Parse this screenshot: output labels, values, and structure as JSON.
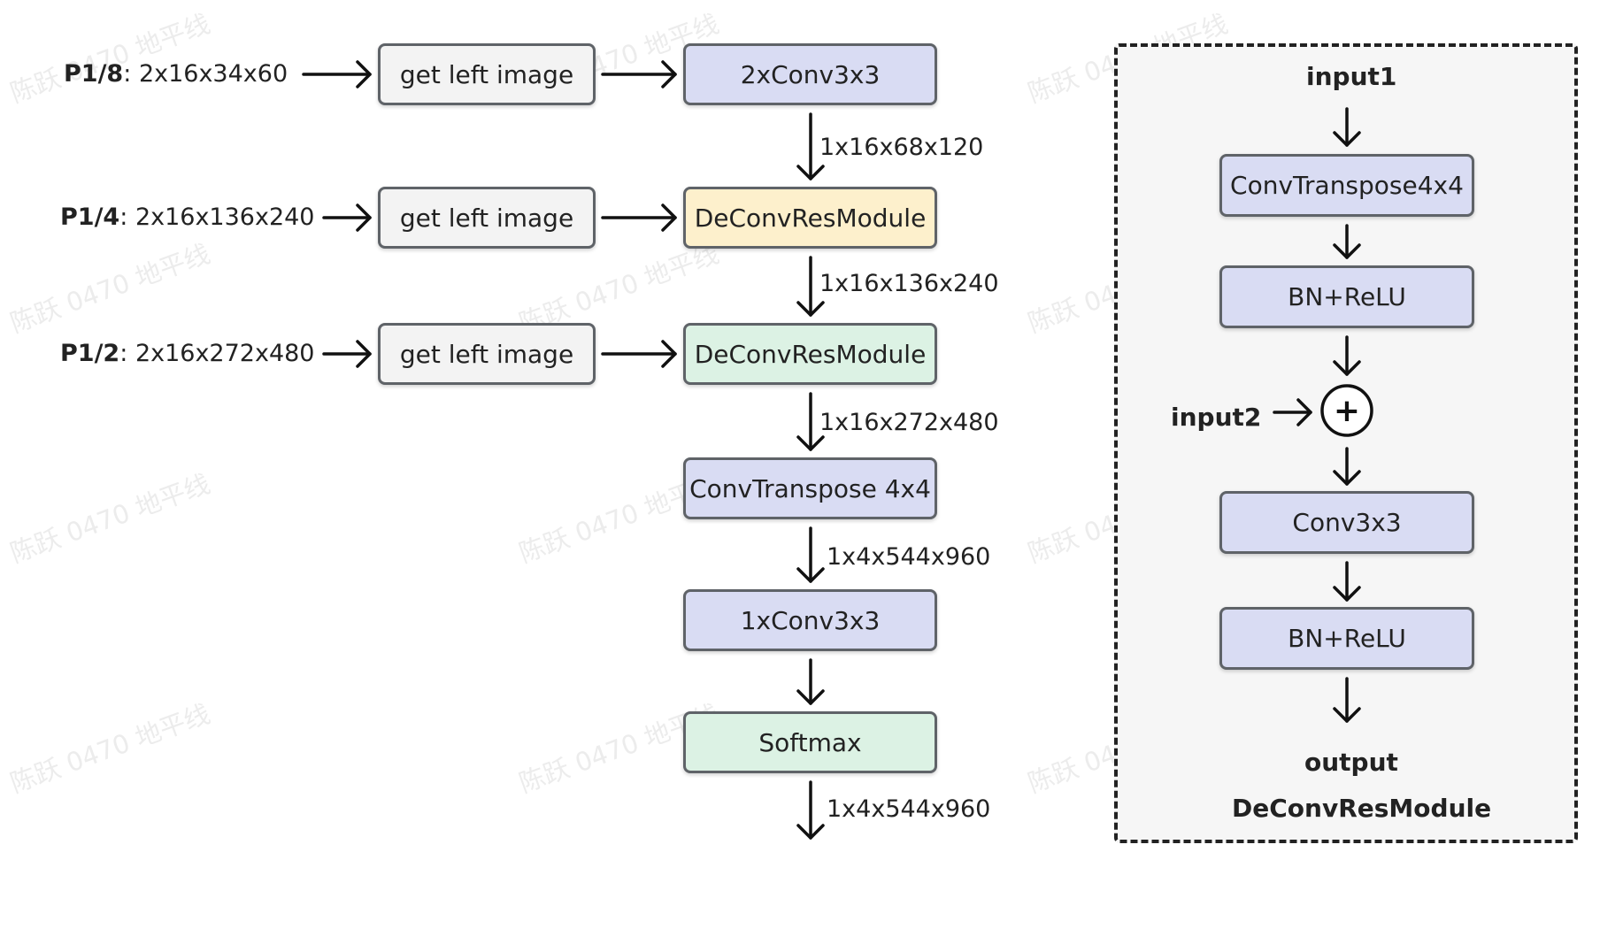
{
  "watermark": "陈跃 0470 地平线",
  "inputs": [
    {
      "scale": "P1/8",
      "sep": ":",
      "shape": "2x16x34x60"
    },
    {
      "scale": "P1/4",
      "sep": ":",
      "shape": "2x16x136x240"
    },
    {
      "scale": "P1/2",
      "sep": ":",
      "shape": "2x16x272x480"
    }
  ],
  "main": {
    "get_left": [
      "get left image",
      "get left image",
      "get left image"
    ],
    "nodes": [
      "2xConv3x3",
      "DeConvResModule",
      "DeConvResModule",
      "ConvTranspose 4x4",
      "1xConv3x3",
      "Softmax"
    ],
    "dims": [
      "1x16x68x120",
      "1x16x136x240",
      "1x16x272x480",
      "1x4x544x960",
      "1x4x544x960"
    ]
  },
  "module": {
    "input1": "input1",
    "input2": "input2",
    "plus": "+",
    "nodes": [
      "ConvTranspose4x4",
      "BN+ReLU",
      "Conv3x3",
      "BN+ReLU"
    ],
    "output": "output",
    "title": "DeConvResModule"
  },
  "colors": {
    "gray": "#f3f3f3",
    "blue": "#d9dcf3",
    "yellow": "#fdf0cc",
    "green": "#dcf2e4",
    "border": "#5f6368"
  }
}
